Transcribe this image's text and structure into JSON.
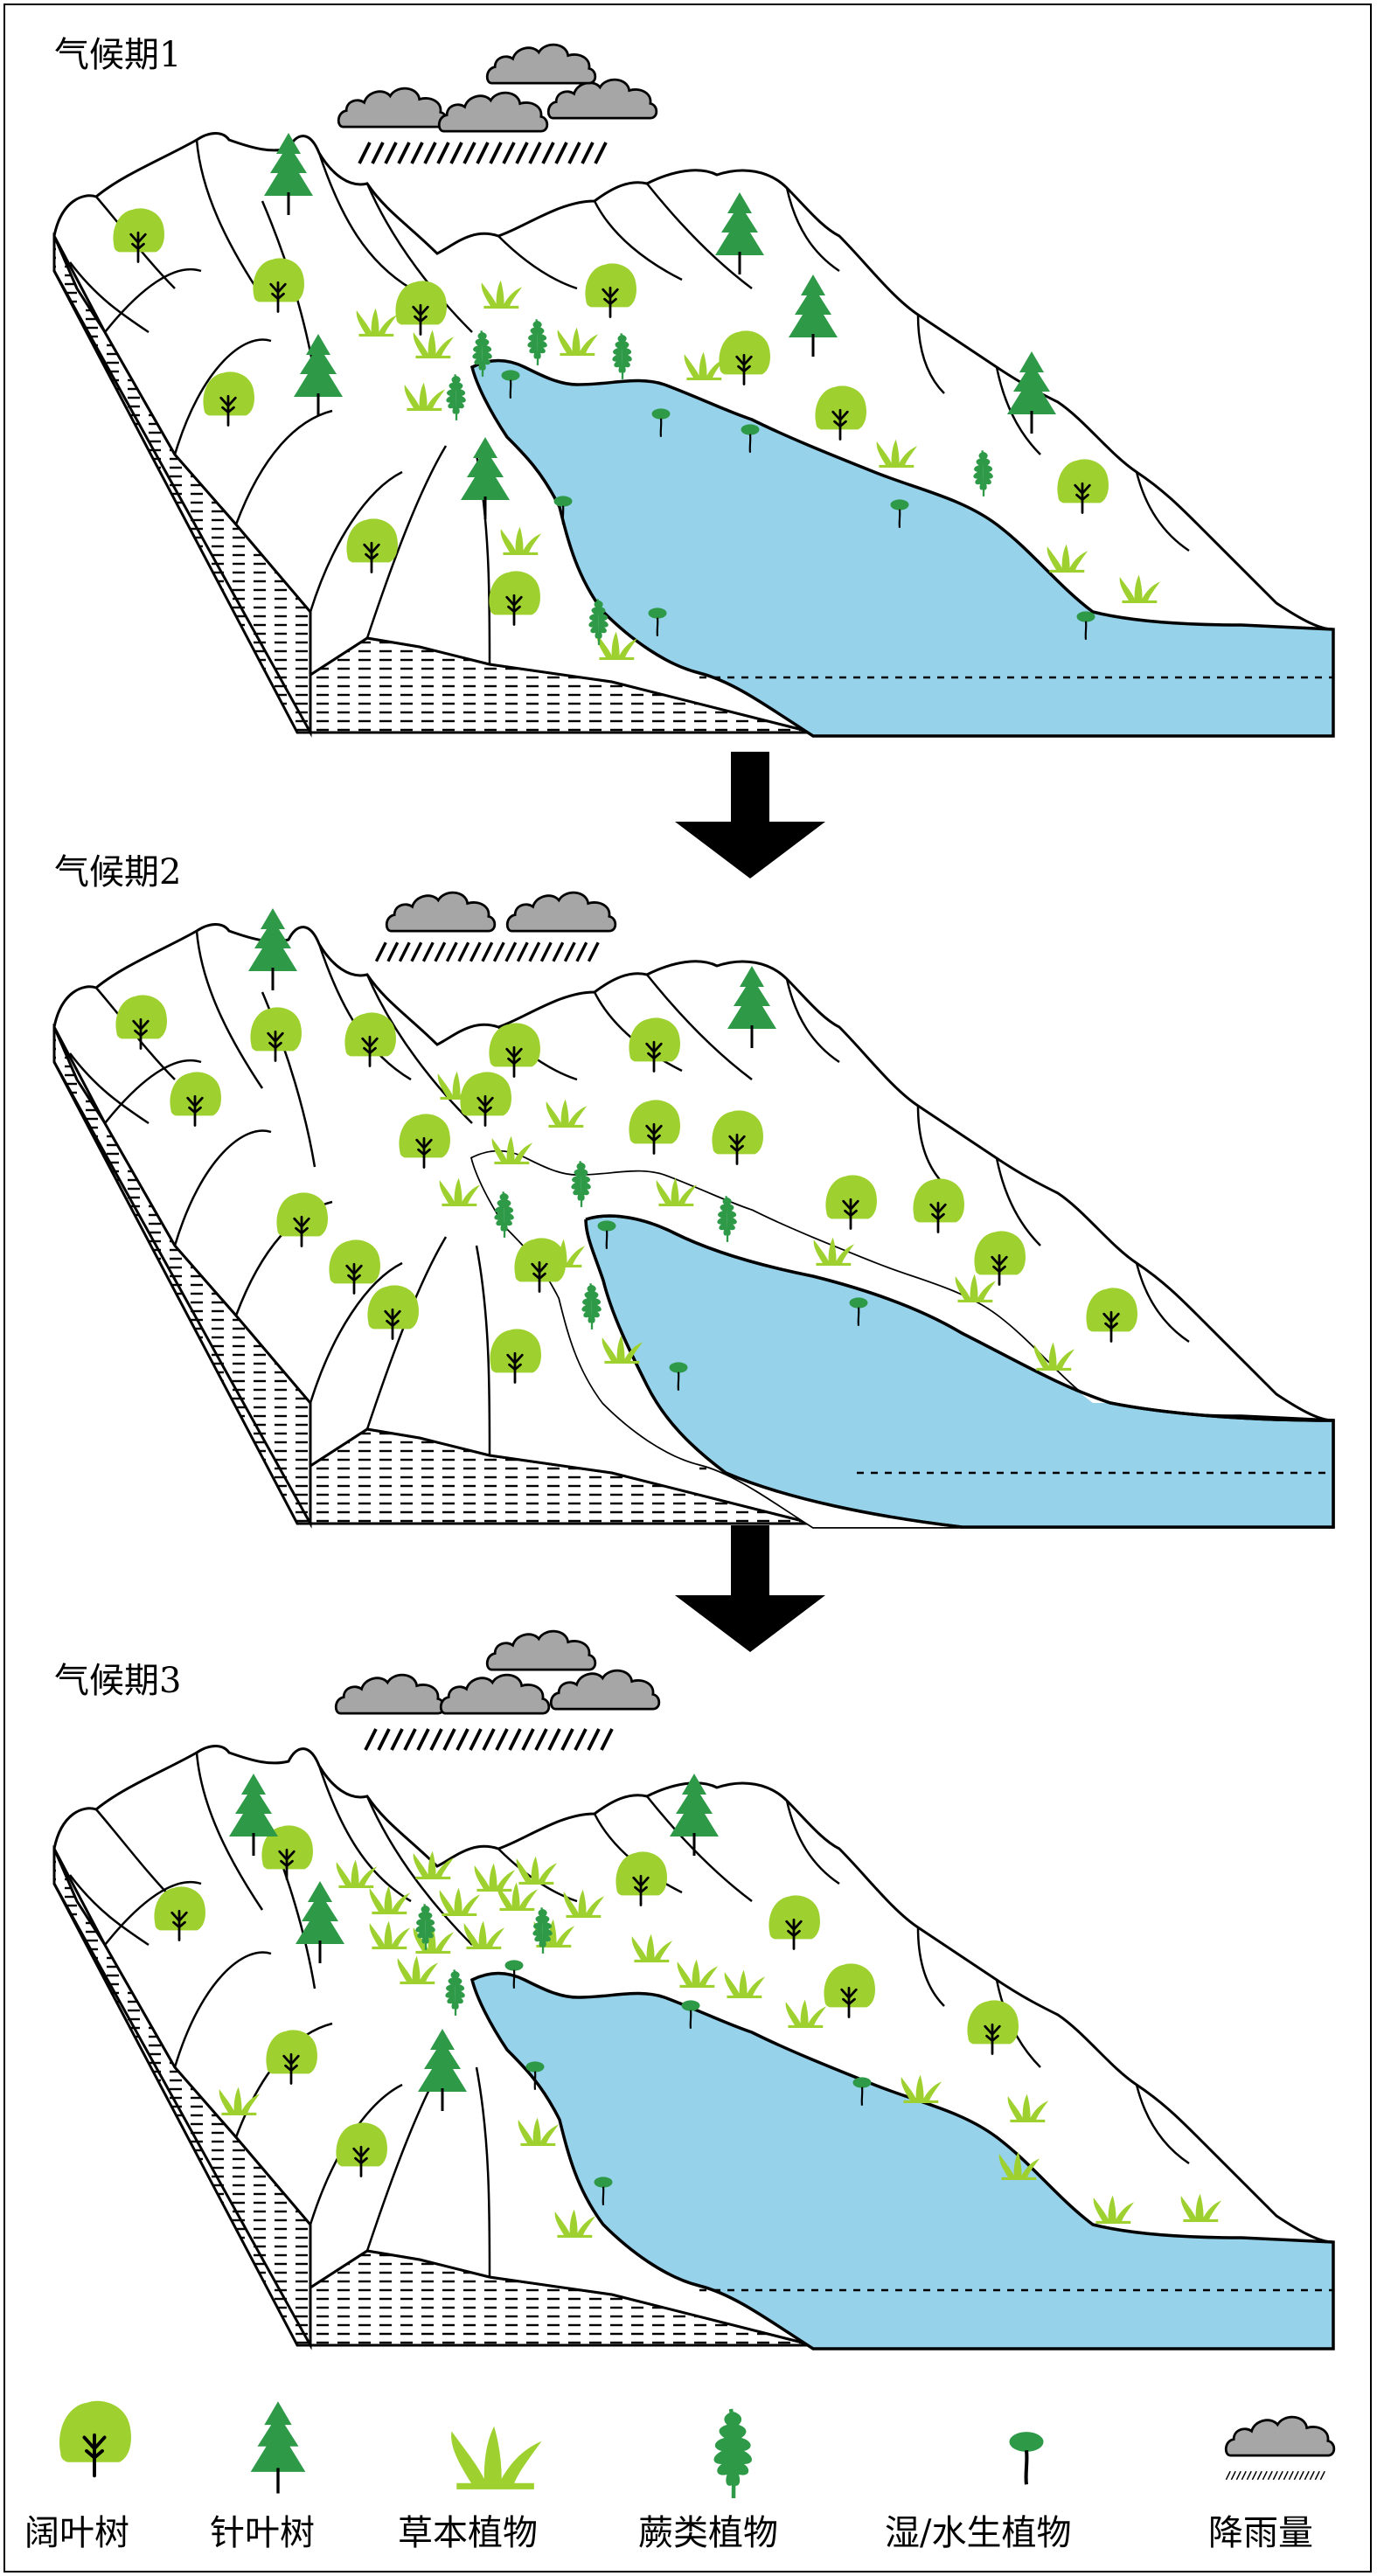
{
  "periods": [
    {
      "title": "气候期1"
    },
    {
      "title": "气候期2"
    },
    {
      "title": "气候期3"
    }
  ],
  "legend": {
    "broadleaf": "阔叶树",
    "conifer": "针叶树",
    "herb": "草本植物",
    "fern": "蕨类植物",
    "aquatic": "湿/水生植物",
    "rainfall": "降雨量"
  },
  "colors": {
    "water": "#96d2ea",
    "broadleaf": "#9ed12f",
    "conifer": "#2e9a48",
    "herb": "#9ed12f",
    "fern": "#2e9a48",
    "aquatic": "#2e9a48",
    "cloud": "#a6a6a6"
  }
}
